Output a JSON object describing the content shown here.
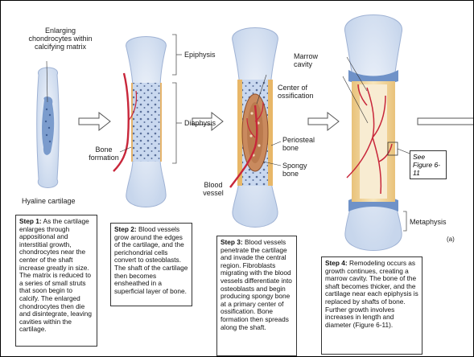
{
  "labels": {
    "enlarging": "Enlarging chondrocytes within calcifying matrix",
    "hyaline": "Hyaline cartilage",
    "epiphysis": "Epiphysis",
    "diaphysis": "Diaphysis",
    "bone_formation": "Bone formation",
    "marrow_cavity": "Marrow cavity",
    "center_ossification": "Center of ossification",
    "periosteal_bone": "Periosteal bone",
    "blood_vessel": "Blood vessel",
    "spongy_bone": "Spongy bone",
    "see_figure": "See Figure 6-11",
    "metaphysis": "Metaphysis",
    "panel_a": "(a)"
  },
  "steps": [
    {
      "title": "Step 1:",
      "text": "As the cartilage enlarges through appositional and interstitial growth, chondrocytes near the center of the shaft increase greatly in size. The matrix is reduced to a series of small struts that soon begin to calcify. The enlarged chondrocytes then die and disintegrate, leaving cavities within the cartilage."
    },
    {
      "title": "Step 2:",
      "text": "Blood vessels grow around the edges of the cartilage, and the perichondrial cells convert to osteoblasts. The shaft of the cartilage then becomes ensheathed in a superficial layer of bone."
    },
    {
      "title": "Step 3:",
      "text": "Blood vessels penetrate the cartilage and invade the central region. Fibroblasts migrating with the blood vessels differentiate into osteoblasts and begin producing spongy bone at a primary center of ossification. Bone formation then spreads along the shaft."
    },
    {
      "title": "Step 4:",
      "text": "Remodeling occurs as growth continues, creating a marrow cavity. The bone of the shaft becomes thicker, and the cartilage near each epiphysis is replaced by shafts of bone. Further growth involves increases in length and diameter (Figure 6-11)."
    }
  ],
  "colors": {
    "cartilage": "#dfe8f4",
    "cartilage_edge": "#aebfdc",
    "calcified": "#6f92c8",
    "bone": "#f1d9a2",
    "marrow": "#c98a5e",
    "vessel": "#c8263a"
  }
}
